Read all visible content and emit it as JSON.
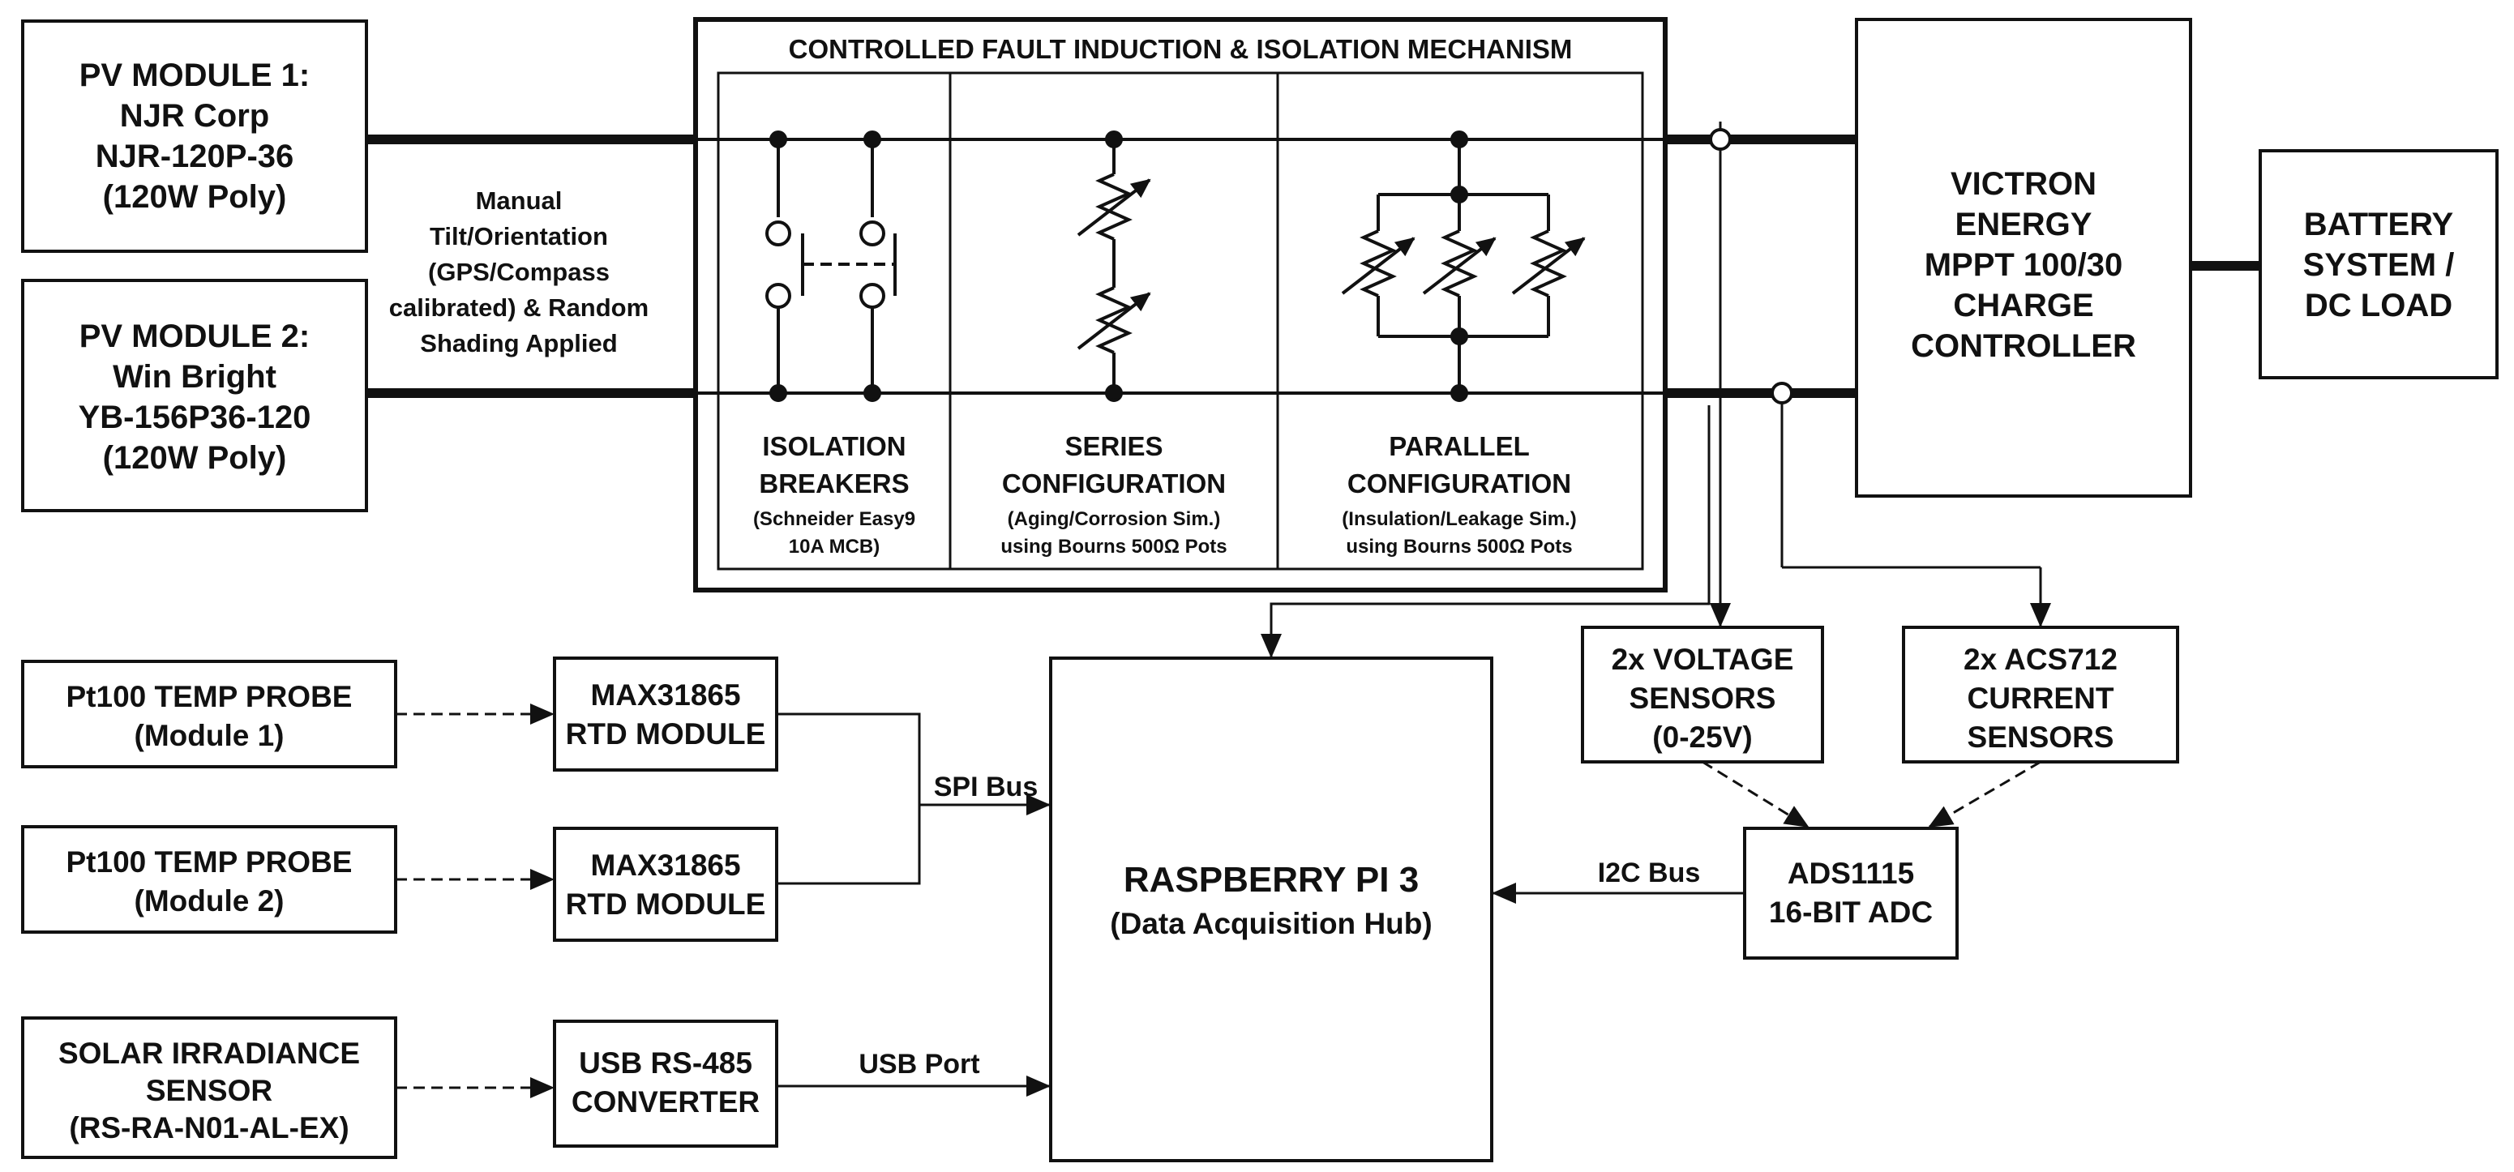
{
  "fault_block": {
    "title": "CONTROLLED FAULT INDUCTION & ISOLATION MECHANISM",
    "isolation": {
      "title": [
        "ISOLATION",
        "BREAKERS"
      ],
      "detail": [
        "(Schneider Easy9",
        "10A MCB)"
      ]
    },
    "series": {
      "title": [
        "SERIES",
        "CONFIGURATION"
      ],
      "detail": [
        "(Aging/Corrosion Sim.)",
        "using Bourns 500Ω Pots"
      ]
    },
    "parallel": {
      "title": [
        "PARALLEL",
        "CONFIGURATION"
      ],
      "detail": [
        "(Insulation/Leakage Sim.)",
        "using Bourns 500Ω Pots"
      ]
    }
  },
  "pv1": [
    "PV MODULE 1:",
    "NJR Corp",
    "NJR-120P-36",
    "(120W Poly)"
  ],
  "pv2": [
    "PV MODULE 2:",
    "Win Bright",
    "YB-156P36-120",
    "(120W Poly)"
  ],
  "tilt_note": [
    "Manual",
    "Tilt/Orientation",
    "(GPS/Compass",
    "calibrated) & Random",
    "Shading Applied"
  ],
  "controller": [
    "VICTRON",
    "ENERGY",
    "MPPT 100/30",
    "CHARGE",
    "CONTROLLER"
  ],
  "battery": [
    "BATTERY",
    "SYSTEM /",
    "DC LOAD"
  ],
  "temp1": [
    "Pt100 TEMP PROBE",
    "(Module 1)"
  ],
  "temp2": [
    "Pt100 TEMP PROBE",
    "(Module 2)"
  ],
  "rtd1": [
    "MAX31865",
    "RTD MODULE"
  ],
  "rtd2": [
    "MAX31865",
    "RTD MODULE"
  ],
  "irradiance": [
    "SOLAR IRRADIANCE",
    "SENSOR",
    "(RS-RA-N01-AL-EX)"
  ],
  "usb_converter": [
    "USB RS-485",
    "CONVERTER"
  ],
  "rpi": [
    "RASPBERRY PI 3",
    "(Data Acquisition Hub)"
  ],
  "voltage": [
    "2x VOLTAGE",
    "SENSORS",
    "(0-25V)"
  ],
  "current": [
    "2x ACS712",
    "CURRENT",
    "SENSORS"
  ],
  "adc": [
    "ADS1115",
    "16-BIT ADC"
  ],
  "labels": {
    "spi": "SPI Bus",
    "i2c": "I2C Bus",
    "usb": "USB Port"
  }
}
